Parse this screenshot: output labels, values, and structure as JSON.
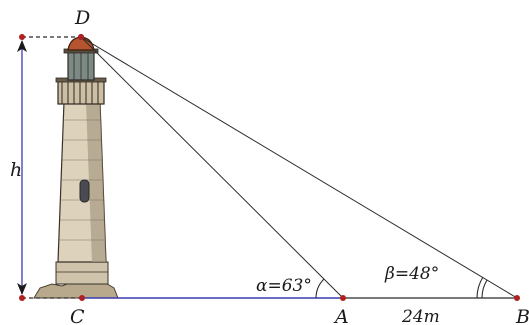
{
  "labels": {
    "top_point": "D",
    "base_point": "C",
    "near_point": "A",
    "far_point": "B",
    "height": "h",
    "alpha": "α=63°",
    "beta": "β=48°",
    "distance": "24m"
  },
  "geometry": {
    "alpha_deg": 63,
    "beta_deg": 48,
    "distance_AB_m": 24
  },
  "colors": {
    "sight_line": "#2b2b2b",
    "ground_line": "#3b3bb0",
    "height_arrow": "#3b3bb0",
    "point": "#b02020",
    "tower_stone": "#d9cdb6",
    "tower_shadow": "#9c8e77",
    "lamp_roof": "#b5542e",
    "rocks": "#b8a98c"
  },
  "icons": [
    "lighthouse-illustration"
  ]
}
